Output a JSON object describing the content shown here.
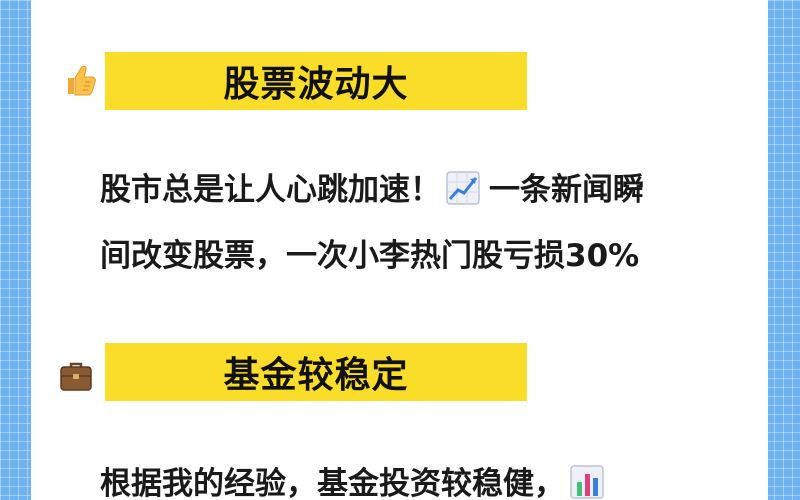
{
  "section1": {
    "icon": "thumbs-up-icon",
    "title": "股票波动大",
    "line1_before": "股市总是让人心跳加速！",
    "line1_icon": "chart-increasing-icon",
    "line1_after": "一条新闻瞬",
    "line2": "间改变股票，一次小李热门股亏损30%"
  },
  "section2": {
    "icon": "briefcase-icon",
    "title": "基金较稳定",
    "line1_before": "根据我的经验，基金投资较稳健，",
    "line1_icon": "bar-chart-icon"
  },
  "colors": {
    "banner": "#fadd29",
    "frame": "#6eb2f2",
    "card": "#ffffff",
    "text": "#1a1a1a"
  }
}
